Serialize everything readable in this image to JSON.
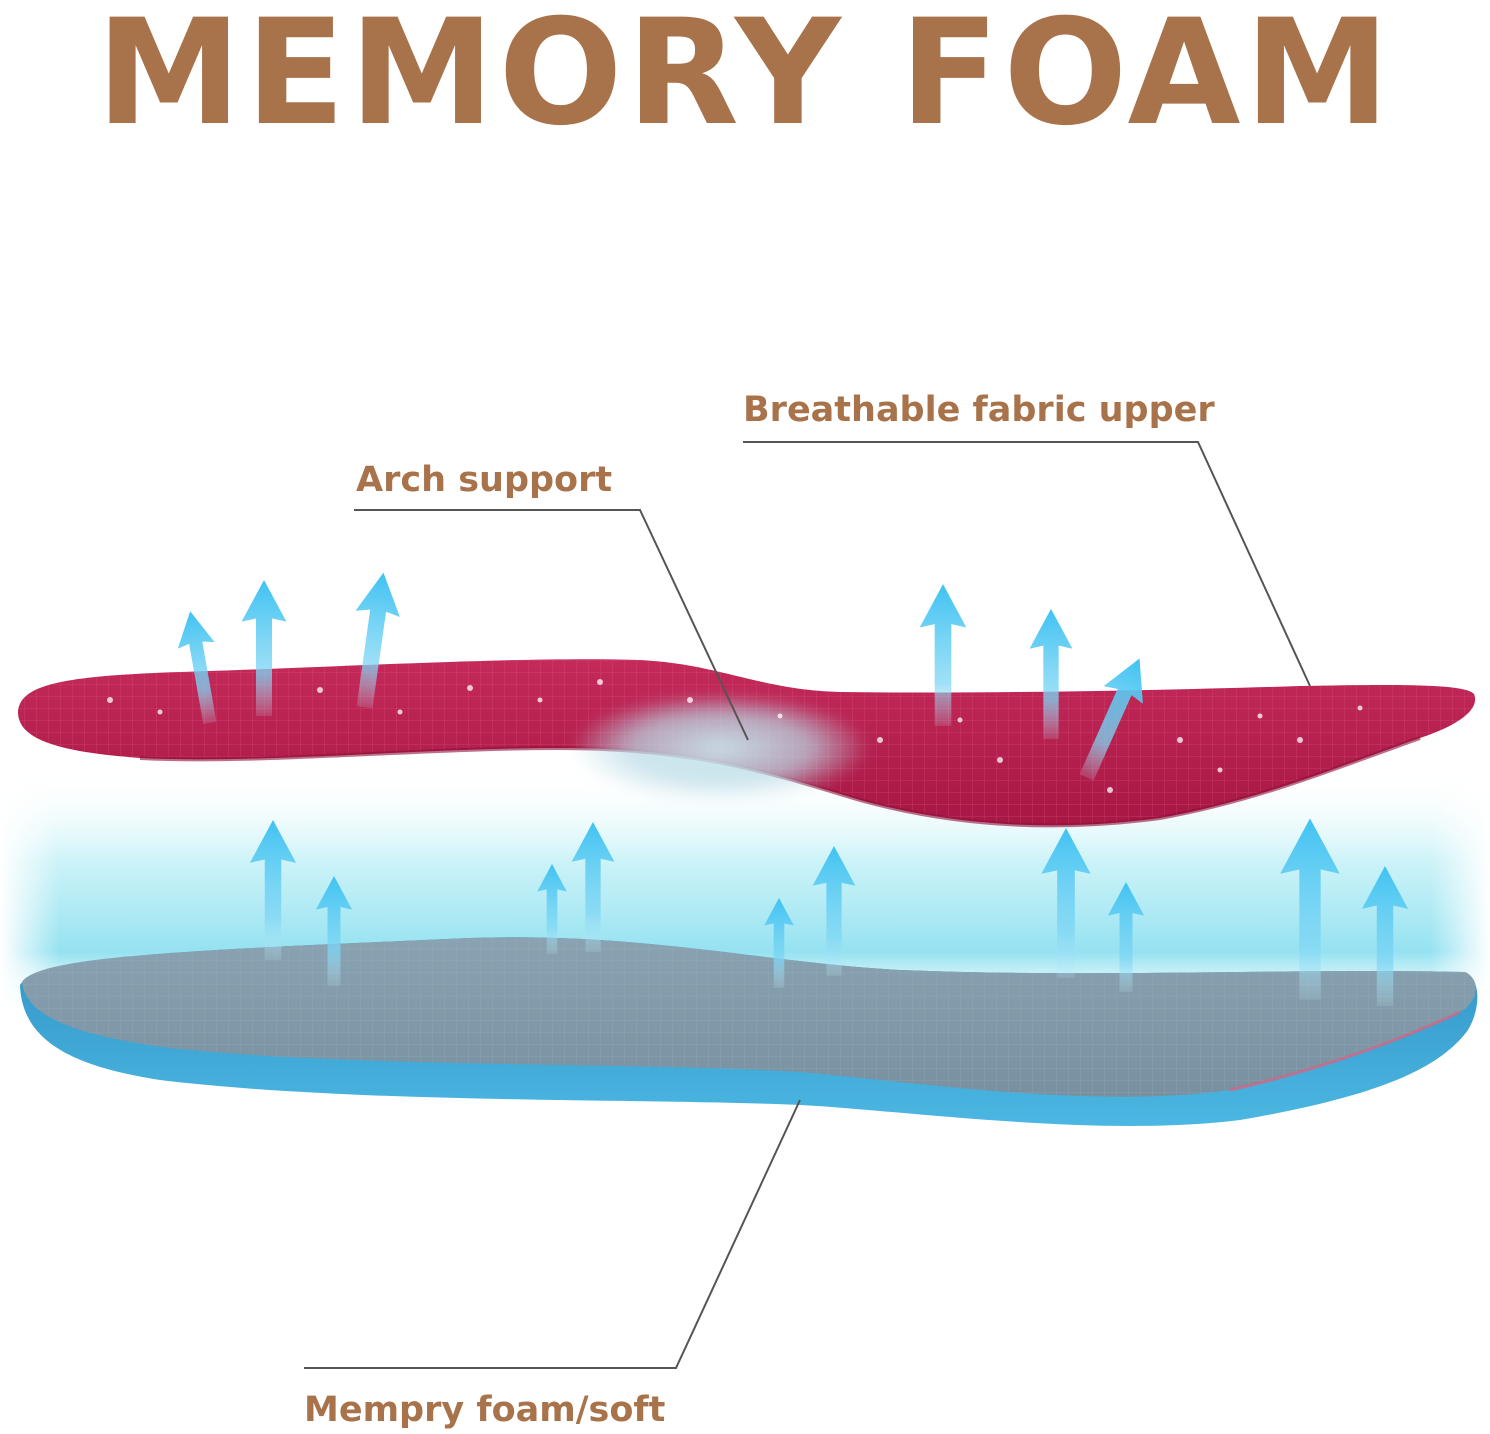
{
  "headline": "MEMORY FOAM",
  "callouts": {
    "fabric_upper": "Breathable fabric upper",
    "arch_support": "Arch support",
    "memory_foam": "Mempry foam/soft"
  },
  "colors": {
    "label_brown": "#a8734b",
    "top_layer_magenta": "#b3204e",
    "bottom_layer_gray": "#7f98a8",
    "bottom_layer_blue": "#3aa3d6",
    "airflow_arrow": "#4cc6f0",
    "mist_cyan": "#8fe0f0",
    "leader_line": "#555555"
  },
  "icons": [
    "airflow-arrow-icon"
  ]
}
